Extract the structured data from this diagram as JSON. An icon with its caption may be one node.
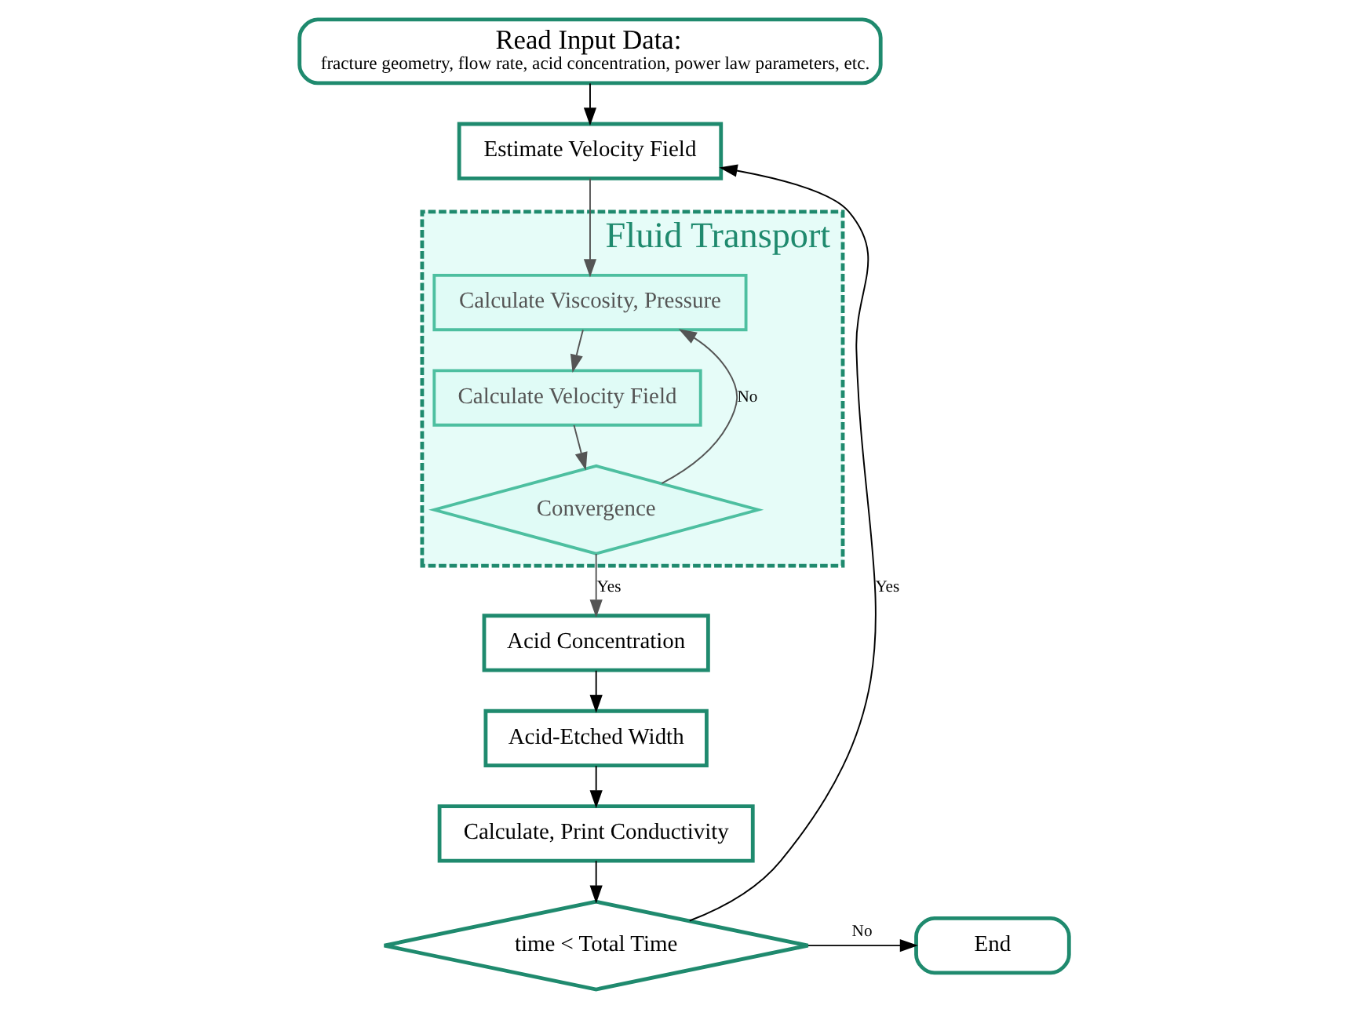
{
  "diagram": {
    "nodes": [
      {
        "text": [
          "Read Input Data:",
          "fracture geometry, flow rate, acid concentration, power law parameters, etc."
        ]
      },
      {
        "text": [
          "Estimate Velocity Field"
        ]
      },
      {
        "text": [
          "Fluid Transport"
        ]
      },
      {
        "text": [
          "Calculate Viscosity, Pressure"
        ],
        "in": 2
      },
      {
        "text": [
          "Calculate Velocity Field"
        ],
        "in": 2
      },
      {
        "text": [
          "Convergence"
        ],
        "in": 2
      },
      {
        "text": [
          "Acid Concentration"
        ]
      },
      {
        "text": [
          "Acid-Etched Width"
        ]
      },
      {
        "text": [
          "Calculate, Print Conductivity"
        ]
      },
      {
        "text": [
          "time < Total Time"
        ]
      },
      {
        "text": [
          "End"
        ]
      }
    ],
    "edges": [
      {
        "from": 0,
        "to": 1,
        "arrow": "to"
      },
      {
        "from": 1,
        "to": 3,
        "arrow": "to",
        "color": "#555555"
      },
      {
        "from": 3,
        "to": 4,
        "arrow": "to",
        "color": "#555555"
      },
      {
        "from": 4,
        "to": 5,
        "arrow": "to",
        "color": "#555555"
      },
      {
        "from": 5,
        "to": 6,
        "arrow": "to",
        "label": "Yes",
        "color": "#555555"
      },
      {
        "from": 5,
        "to": 3,
        "arrow": "to",
        "label": "No",
        "color": "#555555"
      },
      {
        "from": 6,
        "to": 7,
        "arrow": "to"
      },
      {
        "from": 7,
        "to": 8,
        "arrow": "to"
      },
      {
        "from": 8,
        "to": 9,
        "arrow": "to"
      },
      {
        "from": 9,
        "to": 1,
        "arrow": "to",
        "label": "Yes"
      },
      {
        "from": 9,
        "to": 10,
        "arrow": "to",
        "label": "No"
      }
    ]
  }
}
